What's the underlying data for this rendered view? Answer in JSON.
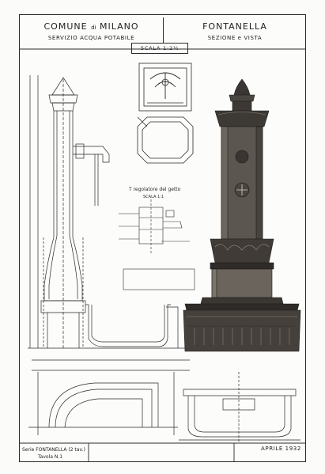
{
  "header": {
    "left_title_main": "COMUNE",
    "left_title_di": "di",
    "left_title_city": "MILANO",
    "left_subtitle": "SERVIZIO ACQUA POTABILE",
    "right_title": "FONTANELLA",
    "right_subtitle": "SEZIONE e VISTA",
    "scale": "SCALA 1:2½"
  },
  "detail": {
    "title": "T regolatore del getto",
    "scale": "SCALA 1:1"
  },
  "footer": {
    "series_label": "Serie",
    "series_name": "FONTANELLA",
    "series_type": "(2 tav.)",
    "plate": "Tavola N.1",
    "date": "APRILE 1932"
  },
  "colors": {
    "ink": "#2a2a2a",
    "stone": "#5a554f",
    "stone_dark": "#2e2b28",
    "paper": "#fcfcfb"
  }
}
